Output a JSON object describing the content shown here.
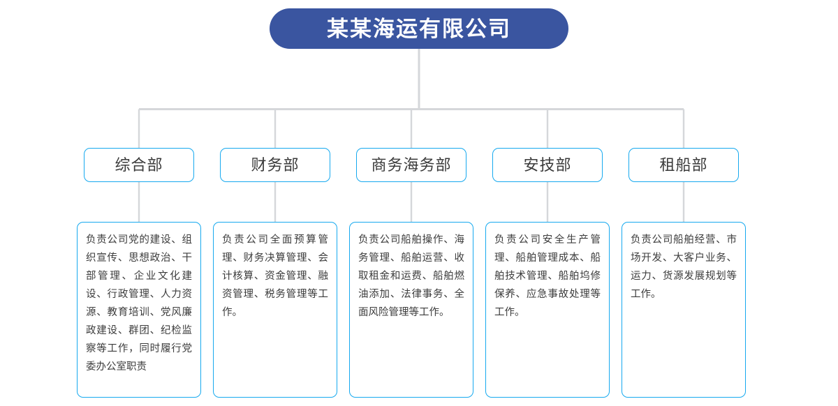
{
  "diagram": {
    "title": "某某海运有限公司",
    "type": "organization-chart",
    "colors": {
      "title_fill": "#3a55a0",
      "title_text": "#ffffff",
      "box_border": "#16a9ef",
      "connector_line": "#d5d7da",
      "body_text": "#3c3c3c",
      "background": "#ffffff"
    },
    "departments": [
      {
        "name": "综合部",
        "description": "负责公司党的建设、组织宣传、思想政治、干部管理、企业文化建设、行政管理、人力资源、教育培训、党风廉政建设、群团、纪检监察等工作，同时履行党委办公室职责"
      },
      {
        "name": "财务部",
        "description": "负责公司全面预算管理、财务决算管理、会计核算、资金管理、融资管理、税务管理等工作。"
      },
      {
        "name": "商务海务部",
        "description": "负责公司船舶操作、海务管理、船舶运营、收取租金和运费、船舶燃油添加、法律事务、全面风险管理等工作。"
      },
      {
        "name": "安技部",
        "description": "负责公司安全生产管理、船舶管理成本、船舶技术管理、船舶坞修保养、应急事故处理等工作。"
      },
      {
        "name": "租船部",
        "description": "负责公司船舶经营、市场开发、大客户业务、运力、货源发展规划等工作。"
      }
    ]
  }
}
